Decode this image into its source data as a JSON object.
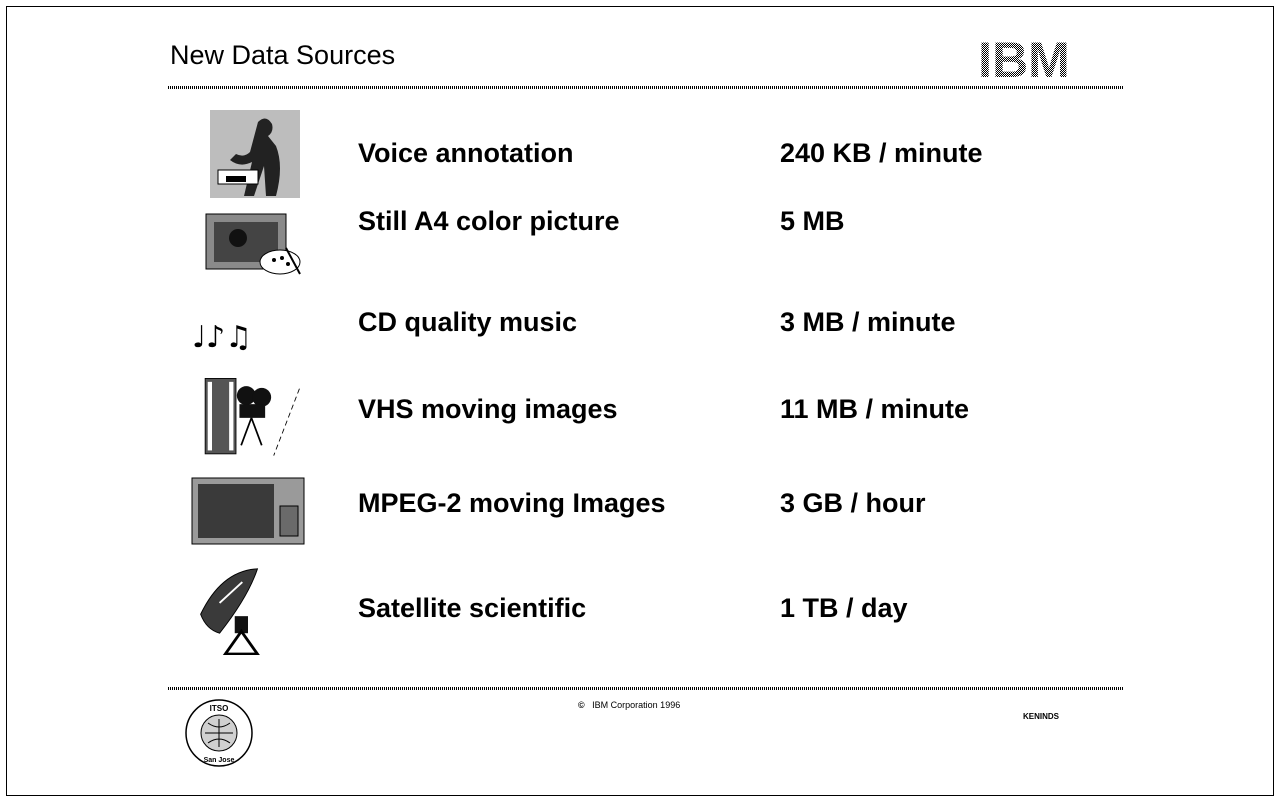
{
  "slide": {
    "title": "New Data Sources",
    "logo_text": "IBM",
    "rows": [
      {
        "icon": "voice-person-icon",
        "label": "Voice annotation",
        "value": "240 KB / minute"
      },
      {
        "icon": "picture-palette-icon",
        "label": "Still A4 color picture",
        "value": "5 MB"
      },
      {
        "icon": "music-notes-icon",
        "label": "CD quality music",
        "value": "3 MB / minute"
      },
      {
        "icon": "film-camera-icon",
        "label": "VHS moving images",
        "value": "11 MB / minute"
      },
      {
        "icon": "television-icon",
        "label": "MPEG-2 moving Images",
        "value": "3 GB / hour"
      },
      {
        "icon": "satellite-dish-icon",
        "label": "Satellite scientific",
        "value": "1 TB / day"
      }
    ]
  },
  "footer": {
    "seal_top_text": "ITSO",
    "seal_bottom_text": "San Jose",
    "copyright_symbol": "©",
    "copyright_text": "IBM Corporation 1996",
    "document_code": "KENINDS"
  }
}
